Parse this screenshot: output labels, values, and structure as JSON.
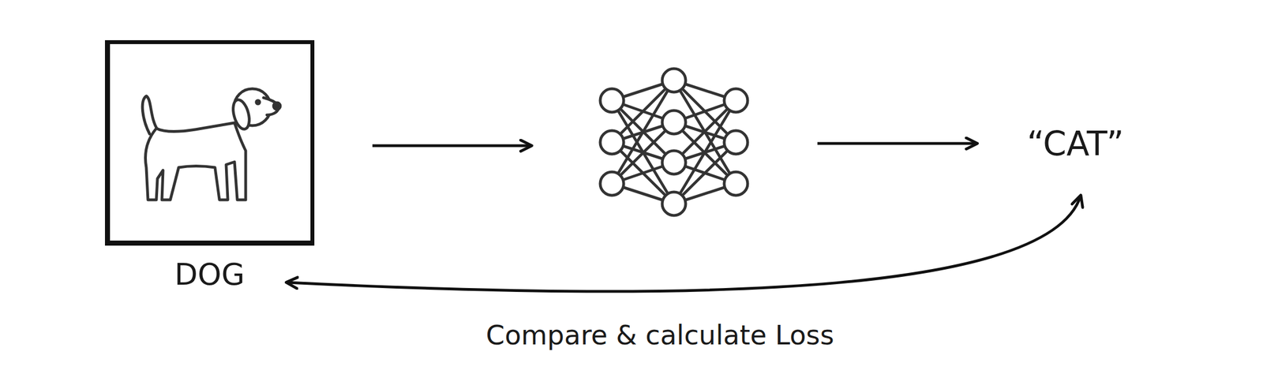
{
  "diagram": {
    "nodes": [
      {
        "text": [
          "DOG"
        ]
      }
    ],
    "labels": [
      "“CAT”",
      "Compare & calculate Loss"
    ]
  }
}
